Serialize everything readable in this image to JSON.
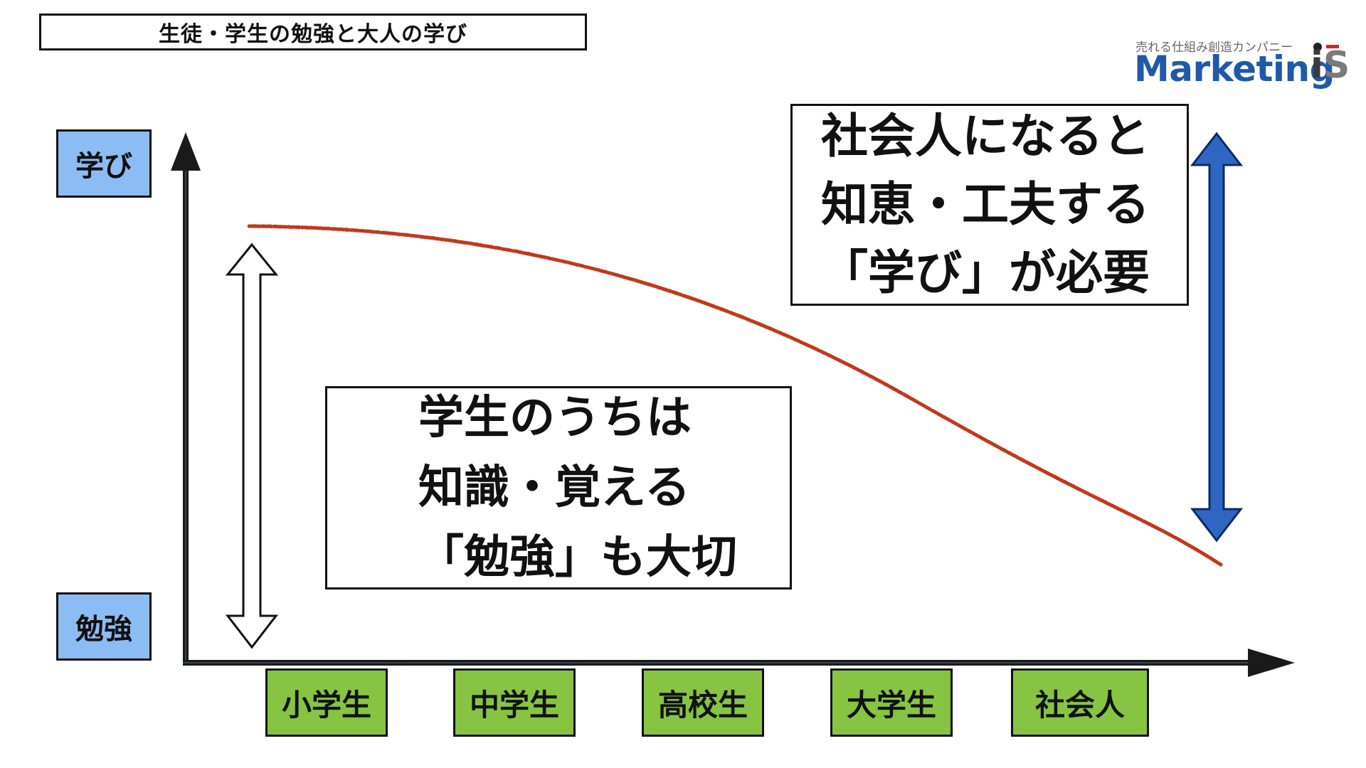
{
  "title": "生徒・学生の勉強と大人の学び",
  "logo": {
    "tagline": "売れる仕組み創造カンパニー",
    "wordmark": "Marketing",
    "mark_i": "i",
    "mark_s": "S"
  },
  "y_axis": {
    "top_label": "学び",
    "bottom_label": "勉強"
  },
  "x_axis": {
    "stages": [
      "小学生",
      "中学生",
      "高校生",
      "大学生",
      "社会人"
    ]
  },
  "student_box": {
    "lines": [
      "学生のうちは",
      "知識・覚える",
      "「勉強」も大切"
    ]
  },
  "adult_box": {
    "lines": [
      "社会人になると",
      "知恵・工夫する",
      "「学び」が必要"
    ]
  },
  "colors": {
    "axis": "#1a1a1a",
    "curve": "#c0391f",
    "label_blue": "#8cbcf4",
    "stage_green": "#86c442",
    "adult_arrow": "#2e66c2",
    "logo_blue": "#1e5aa8"
  },
  "icons": {
    "student_range": "double-arrow-outline-icon",
    "adult_range": "double-arrow-blue-icon"
  }
}
